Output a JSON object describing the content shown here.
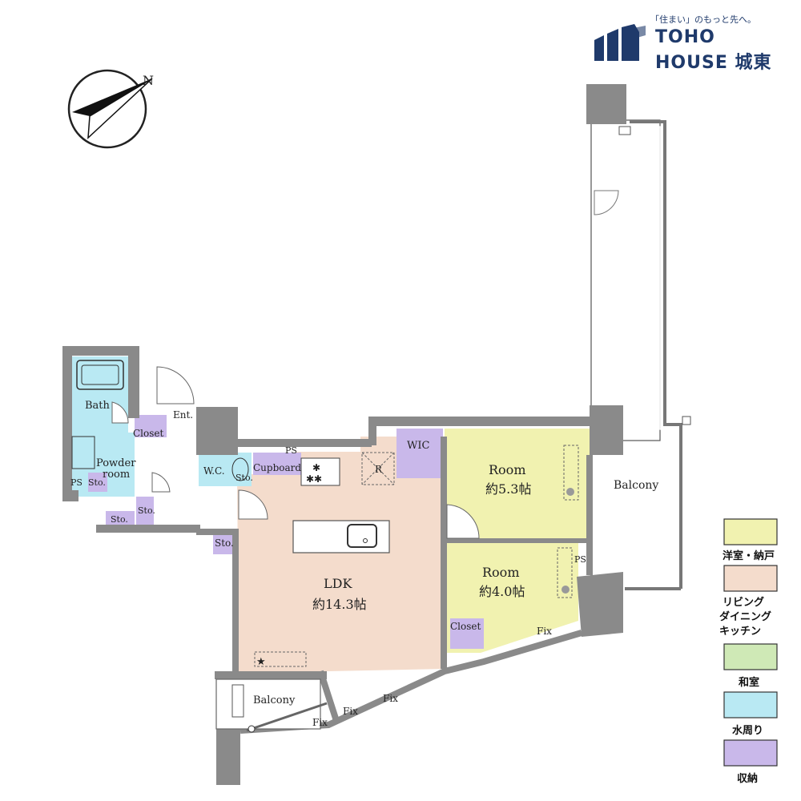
{
  "brand": {
    "tagline": "「住まい」のもっと先へ。",
    "line1": "TOHO",
    "line2": "HOUSE",
    "line2_suffix": "城東",
    "color": "#1f3a6b"
  },
  "compass": {
    "north_label": "N"
  },
  "rooms": {
    "room1_name": "Room",
    "room1_size": "約5.3帖",
    "room2_name": "Room",
    "room2_size": "約4.0帖",
    "ldk_name": "LDK",
    "ldk_size": "約14.3帖",
    "bath": "Bath",
    "powder": "Powder",
    "powder2": "room",
    "closet_ent": "Closet",
    "ent": "Ent.",
    "wc": "W.C.",
    "sto_wc": "Sto.",
    "cupboard": "Cupboard",
    "ps_top": "PS",
    "wic": "WIC",
    "r": "R",
    "ps_left": "PS",
    "sto_left": "Sto.",
    "sto_mid": "Sto.",
    "sto_bottom": "Sto.",
    "sto_hall": "Sto.",
    "closet_room": "Closet",
    "ps_right": "PS",
    "balcony_right": "Balcony",
    "balcony_bottom": "Balcony",
    "fix1": "Fix",
    "fix2": "Fix",
    "fix3": "Fix",
    "fix4": "Fix",
    "star": "★"
  },
  "legend": [
    {
      "label": "洋室・納戸",
      "color": "#f1f2b0"
    },
    {
      "label": "リビング\nダイニング\nキッチン",
      "color": "#f4dccc"
    },
    {
      "label": "和室",
      "color": "#cfe9b6"
    },
    {
      "label": "水周り",
      "color": "#b9e9f3"
    },
    {
      "label": "収納",
      "color": "#c9b8ea"
    }
  ],
  "colors": {
    "wall": "#8a8a8a",
    "western": "#f1f2b0",
    "ldk": "#f4dccc",
    "water": "#b9e9f3",
    "storage": "#c9b8ea"
  }
}
